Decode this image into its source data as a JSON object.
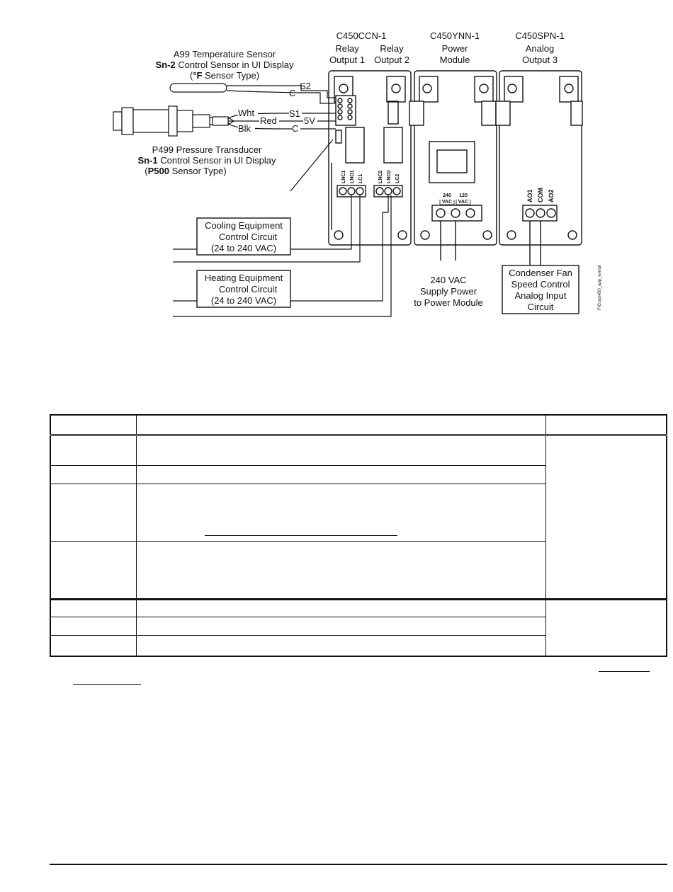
{
  "sensors": {
    "temp": {
      "line1": "A99 Temperature Sensor",
      "line2_bold": "Sn-2",
      "line2_rest": " Control Sensor in UI Display",
      "line3_open": "(",
      "line3_bold": "°F",
      "line3_rest": " Sensor Type)",
      "wire_s2": "S2",
      "wire_c": "C"
    },
    "pressure": {
      "line1": "P499 Pressure Transducer",
      "line2_bold": "Sn-1",
      "line2_rest": " Control Sensor in UI Display",
      "line3_open": "(",
      "line3_bold": "P500",
      "line3_rest": " Sensor Type)",
      "wire_wht": "Wht",
      "wire_red": "Red",
      "wire_blk": "Blk",
      "term_s1": "S1",
      "term_5v": "5V",
      "term_c": "C"
    }
  },
  "modules": {
    "relay": {
      "model": "C450CCN-1",
      "out1_l1": "Relay",
      "out1_l2": "Output 1",
      "out2_l1": "Relay",
      "out2_l2": "Output 2",
      "terms1": [
        "LNC1",
        "LNO1",
        "LC1"
      ],
      "terms2": [
        "LNC2",
        "LNO2",
        "LC2"
      ]
    },
    "power": {
      "model": "C450YNN-1",
      "l1": "Power",
      "l2": "Module",
      "v240": "240",
      "v120": "120",
      "vac": "VAC"
    },
    "analog": {
      "model": "C450SPN-1",
      "l1": "Analog",
      "l2": "Output 3",
      "terms": [
        "AO1",
        "COM",
        "AO2"
      ]
    }
  },
  "boxes": {
    "cooling": [
      "Cooling Equipment",
      "Control Circuit",
      "(24 to 240 VAC)"
    ],
    "heating": [
      "Heating Equipment",
      "Control Circuit",
      "(24 to 240 VAC)"
    ],
    "condenser": [
      "Condenser Fan",
      "Speed Control",
      "Analog Input",
      "Circuit"
    ],
    "supply": [
      "240 VAC",
      "Supply Power",
      "to Power Module"
    ]
  },
  "fig_code": "FIG:sys450_app_exmpl"
}
